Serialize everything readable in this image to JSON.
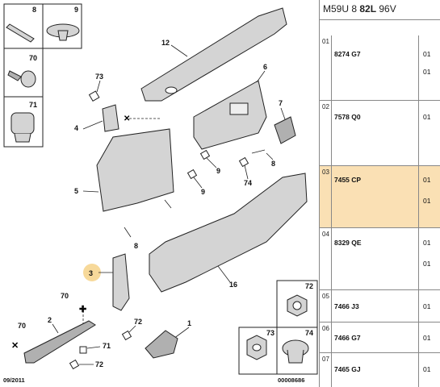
{
  "diagram": {
    "date_code": "09/2011",
    "drawing_number": "00008686",
    "callouts": {
      "c8": "8",
      "c9": "9",
      "c70": "70",
      "c71": "71",
      "c12": "12",
      "c73": "73",
      "c6": "6",
      "c7": "7",
      "c4": "4",
      "c5": "5",
      "c9b": "9",
      "c9c": "9",
      "c74": "74",
      "c8b": "8",
      "c8c": "8",
      "c3": "3",
      "c16": "16",
      "c72": "72",
      "c70b": "70",
      "c70c": "70",
      "c2": "2",
      "c71b": "71",
      "c72b": "72",
      "c72c": "72",
      "c1": "1",
      "c73b": "73",
      "c74b": "74"
    }
  },
  "panel": {
    "header_prefix": "M59U 8 ",
    "header_bold": "82L",
    "header_suffix": " 96V",
    "rows": [
      {
        "index": "01",
        "ref": "8274 G7",
        "qty": "01",
        "qty2": "01",
        "selected": false
      },
      {
        "index": "02",
        "ref": "7578 Q0",
        "qty": "01",
        "qty2": "",
        "selected": false
      },
      {
        "index": "03",
        "ref": "7455 CP",
        "qty": "01",
        "qty2": "01",
        "selected": true
      },
      {
        "index": "04",
        "ref": "8329 QE",
        "qty": "01",
        "qty2": "01",
        "selected": false
      },
      {
        "index": "05",
        "ref": "7466 J3",
        "qty": "01",
        "qty2": "",
        "selected": false
      },
      {
        "index": "06",
        "ref": "7466 G7",
        "qty": "01",
        "qty2": "",
        "selected": false
      },
      {
        "index": "07",
        "ref": "7465 GJ",
        "qty": "01",
        "qty2": "",
        "selected": false
      }
    ]
  },
  "colors": {
    "selected_row": "#fae0b4",
    "highlight_callout": "#f7d99a"
  }
}
